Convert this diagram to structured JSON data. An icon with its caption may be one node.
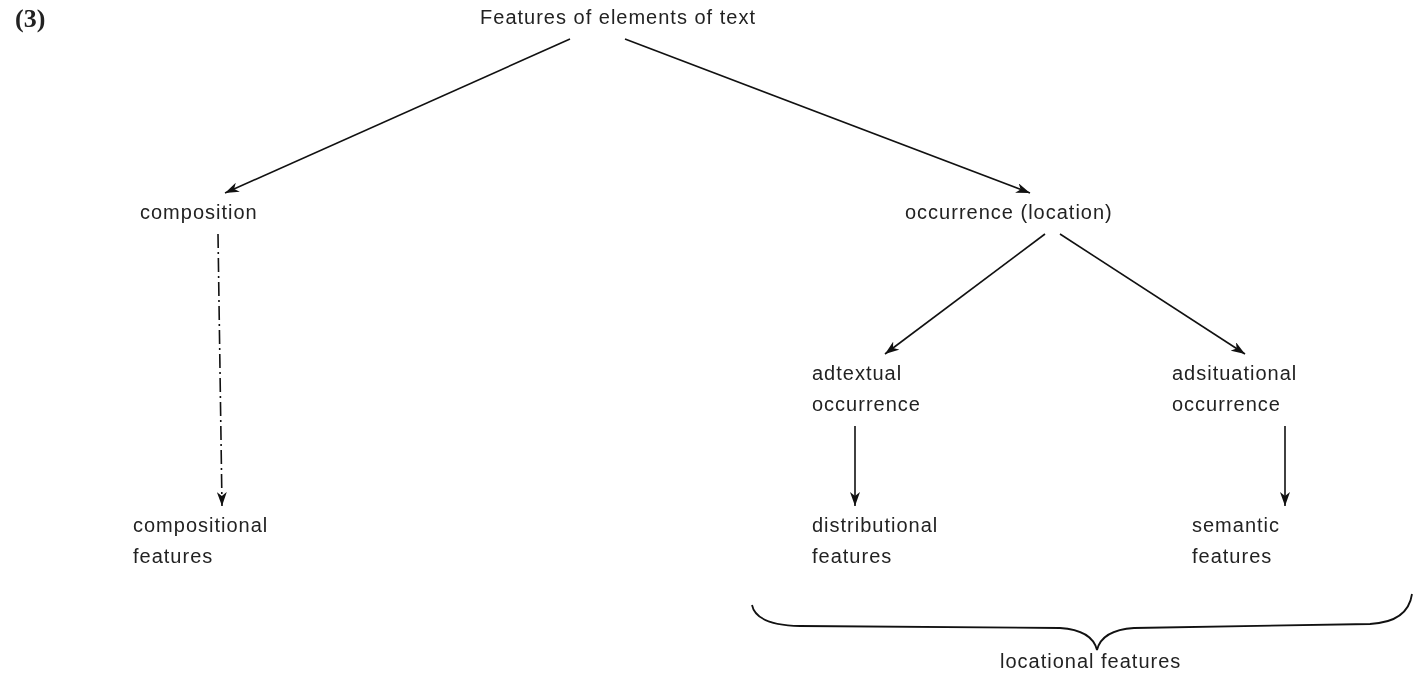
{
  "diagram": {
    "nodes": [
      {
        "text": [
          "Features of elements of text"
        ]
      },
      {
        "text": [
          "composition"
        ]
      },
      {
        "text": [
          "occurrence (location)"
        ]
      },
      {
        "text": [
          "adtextual occurrence"
        ]
      },
      {
        "text": [
          "adsituational occurrence"
        ]
      },
      {
        "text": [
          "compositional features"
        ]
      },
      {
        "text": [
          "distributional features"
        ]
      },
      {
        "text": [
          "semantic features"
        ]
      }
    ],
    "edges": [
      {
        "from": 0,
        "to": 1,
        "arrow": "to"
      },
      {
        "from": 0,
        "to": 2,
        "arrow": "to"
      },
      {
        "from": 1,
        "to": 5,
        "arrow": "to",
        "style": "dashed"
      },
      {
        "from": 2,
        "to": 3,
        "arrow": "to"
      },
      {
        "from": 2,
        "to": 4,
        "arrow": "to"
      },
      {
        "from": 3,
        "to": 6,
        "arrow": "to"
      },
      {
        "from": 4,
        "to": 7,
        "arrow": "to"
      }
    ],
    "labels": [
      "(3)",
      "locational features"
    ]
  }
}
